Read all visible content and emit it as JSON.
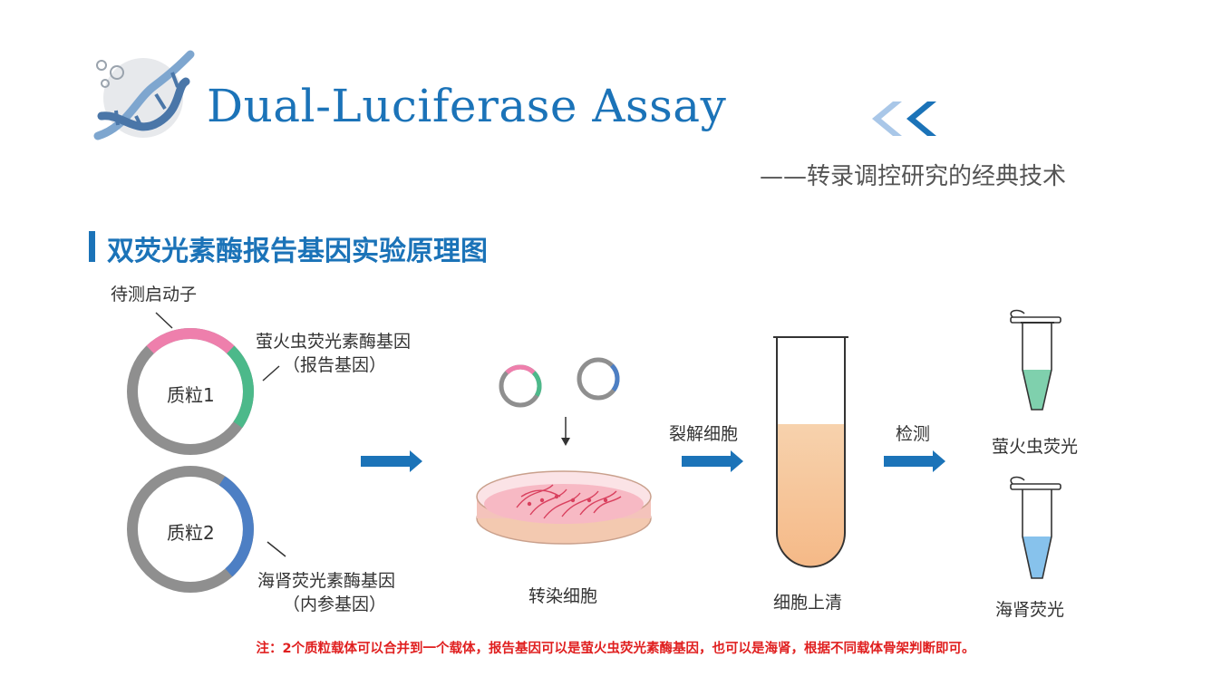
{
  "header": {
    "title": "Dual-Luciferase Assay",
    "subtitle": "——转录调控研究的经典技术"
  },
  "section": {
    "title": "双荧光素酶报告基因实验原理图"
  },
  "diagram": {
    "promoter_label": "待测启动子",
    "plasmid1_label": "质粒1",
    "plasmid2_label": "质粒2",
    "firefly_gene_label": "萤火虫荧光素酶基因",
    "firefly_gene_sub": "（报告基因）",
    "renilla_gene_label": "海肾荧光素酶基因",
    "renilla_gene_sub": "（内参基因）",
    "transfection_label": "转染细胞",
    "lysis_label": "裂解细胞",
    "supernatant_label": "细胞上清",
    "detection_label": "检测",
    "firefly_result_label": "萤火虫荧光",
    "renilla_result_label": "海肾荧光"
  },
  "footer": {
    "note": "注：2个质粒载体可以合并到一个载体，报告基因可以是萤火虫荧光素酶基因，也可以是海肾，根据不同载体骨架判断即可。"
  },
  "colors": {
    "brand_blue": "#1b73b8",
    "promoter_pink": "#ee7fac",
    "firefly_green": "#4cb98a",
    "renilla_blue": "#4d7fc4",
    "backbone_gray": "#8f8f8f",
    "note_red": "#e02020"
  }
}
